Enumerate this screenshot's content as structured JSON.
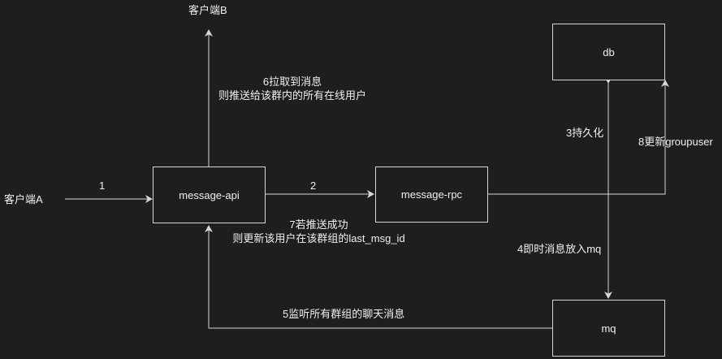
{
  "colors": {
    "background": "#1e1e1e",
    "stroke": "#d6d6d6",
    "text": "#f0f0f0"
  },
  "nodes": {
    "client_a": "客户端A",
    "client_b": "客户端B",
    "message_api": "message-api",
    "message_rpc": "message-rpc",
    "db": "db",
    "mq": "mq"
  },
  "edges": {
    "step1": "1",
    "step2": "2",
    "step3": "3持久化",
    "step4": "4即时消息放入mq",
    "step5": "5监听所有群组的聊天消息",
    "step6_line1": "6拉取到消息",
    "step6_line2": "则推送给该群内的所有在线用户",
    "step7_line1": "7若推送成功",
    "step7_line2": "则更新该用户在该群组的last_msg_id",
    "step8": "8更新groupuser"
  }
}
